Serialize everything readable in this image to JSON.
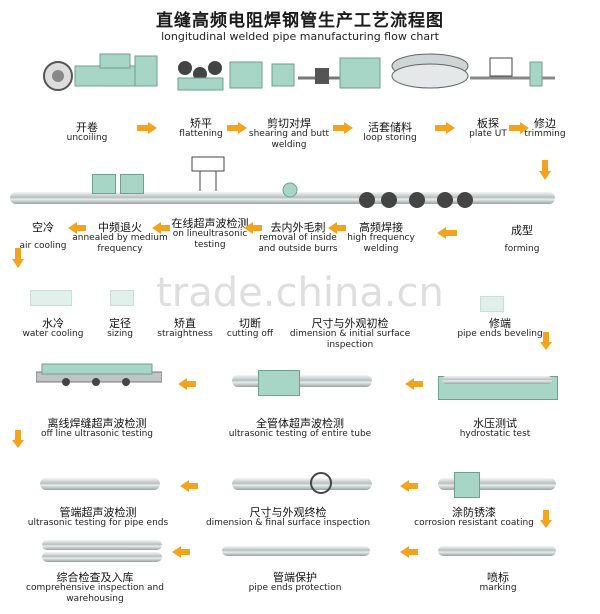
{
  "title": "直缝高频电阻焊钢管生产工艺流程图",
  "subtitle": "longitudinal welded pipe manufacturing flow chart",
  "watermark": "trade.china.cn",
  "colors": {
    "arrow": "#f2a41f",
    "machine": "#a7d6c6",
    "machine_border": "#6f9f8f"
  },
  "steps": [
    {
      "cn": "开卷",
      "en": "uncoiling"
    },
    {
      "cn": "矫平",
      "en": "flattening"
    },
    {
      "cn": "剪切对焊",
      "en": "shearing and butt welding"
    },
    {
      "cn": "活套储料",
      "en": "loop storing"
    },
    {
      "cn": "板探",
      "en": "plate UT"
    },
    {
      "cn": "修边",
      "en": "trimming"
    },
    {
      "cn": "成型",
      "en": "forming"
    },
    {
      "cn": "高频焊接",
      "en": "high frequency welding"
    },
    {
      "cn": "去内外毛刺",
      "en": "removal of inside and outside burrs"
    },
    {
      "cn": "在线超声波检测",
      "en": "on lineultrasonic testing"
    },
    {
      "cn": "中频退火",
      "en": "annealed by medium frequency"
    },
    {
      "cn": "空冷",
      "en": "air cooling"
    },
    {
      "cn": "水冷",
      "en": "water cooling"
    },
    {
      "cn": "定径",
      "en": "sizing"
    },
    {
      "cn": "矫直",
      "en": "straightness"
    },
    {
      "cn": "切断",
      "en": "cutting off"
    },
    {
      "cn": "尺寸与外观初检",
      "en": "dimension & initial surface inspection"
    },
    {
      "cn": "修端",
      "en": "pipe ends beveling"
    },
    {
      "cn": "水压测试",
      "en": "hydrostatic test"
    },
    {
      "cn": "全管体超声波检测",
      "en": "ultrasonic testing of entire tube"
    },
    {
      "cn": "离线焊缝超声波检测",
      "en": "off line ultrasonic testing"
    },
    {
      "cn": "管端超声波检测",
      "en": "ultrasonic testing for pipe ends"
    },
    {
      "cn": "尺寸与外观终检",
      "en": "dimension & final surface inspection"
    },
    {
      "cn": "涂防锈漆",
      "en": "corrosion resistant coating"
    },
    {
      "cn": "喷标",
      "en": "marking"
    },
    {
      "cn": "管端保护",
      "en": "pipe ends protection"
    },
    {
      "cn": "综合检查及入库",
      "en": "comprehensive inspection and warehousing"
    }
  ]
}
